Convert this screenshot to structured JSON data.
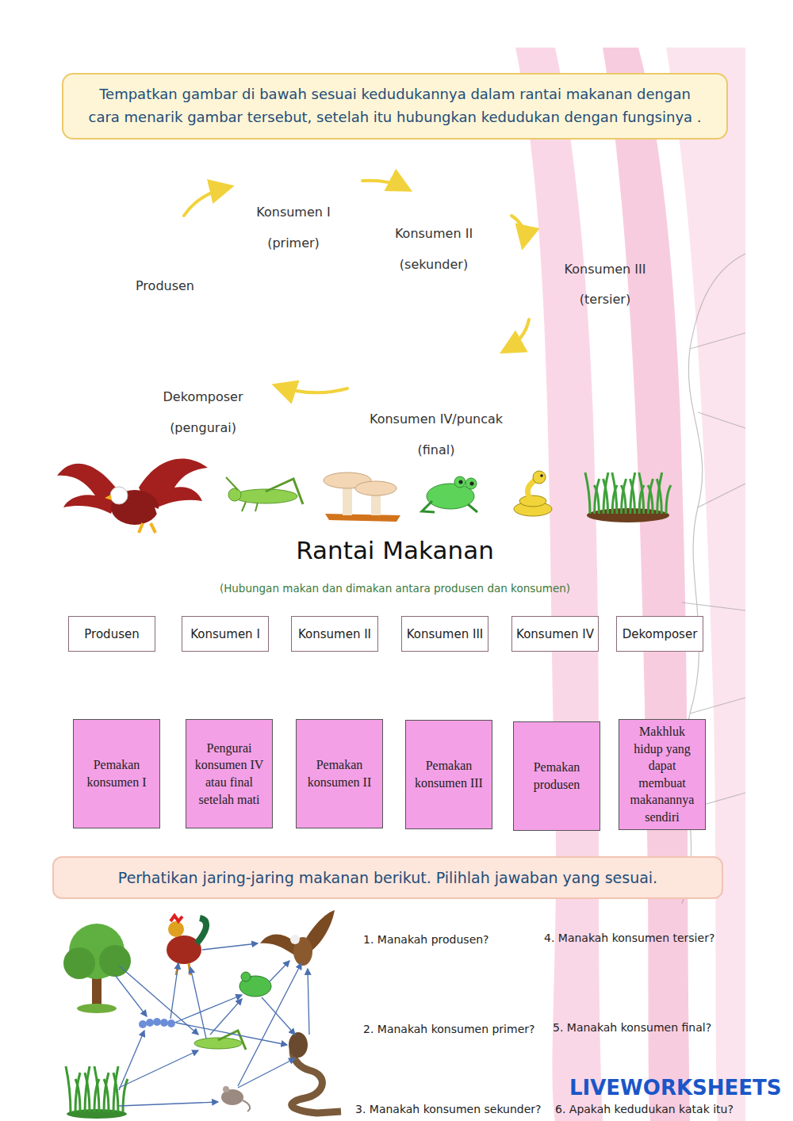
{
  "diagram": {
    "title": "Rantai Makanan",
    "nodes": [
      {
        "text": [
          "Tempatkan gambar di bawah sesuai kedudukannya dalam rantai makanan dengan cara menarik gambar tersebut, setelah itu hubungkan kedudukan dengan fungsinya ."
        ]
      },
      {
        "text": [
          "Produsen"
        ]
      },
      {
        "text": [
          "Konsumen I"
        ]
      },
      {
        "text": [
          "Konsumen II"
        ]
      },
      {
        "text": [
          "Konsumen III"
        ]
      },
      {
        "text": [
          "Konsumen IV"
        ]
      },
      {
        "text": [
          "Dekomposer"
        ]
      },
      {
        "text": [
          "Pemakan konsumen I"
        ]
      },
      {
        "text": [
          "Pengurai konsumen IV atau final setelah mati"
        ]
      },
      {
        "text": [
          "Pemakan konsumen II"
        ]
      },
      {
        "text": [
          "Pemakan konsumen III"
        ]
      },
      {
        "text": [
          "Pemakan produsen"
        ]
      },
      {
        "text": [
          "Makhluk hidup yang dapat membuat makanannya sendiri"
        ]
      },
      {
        "text": [
          "Perhatikan jaring-jaring makanan berikut. Pilihlah jawaban yang sesuai."
        ]
      }
    ],
    "labels": [
      "Konsumen I",
      "(primer)",
      "Konsumen II",
      "(sekunder)",
      "Produsen",
      "Konsumen III",
      "(tersier)",
      "Dekomposer",
      "(pengurai)",
      "Konsumen IV/puncak",
      "(final)",
      "(Hubungan makan dan dimakan antara produsen dan konsumen)",
      "1.   Manakah produsen?",
      "4. Manakah konsumen tersier?",
      "2. Manakah konsumen primer?",
      "5. Manakah konsumen final?",
      "3. Manakah konsumen sekunder?",
      "6. Apakah kedudukan katak itu?",
      "LIVEWORKSHEETS"
    ]
  }
}
